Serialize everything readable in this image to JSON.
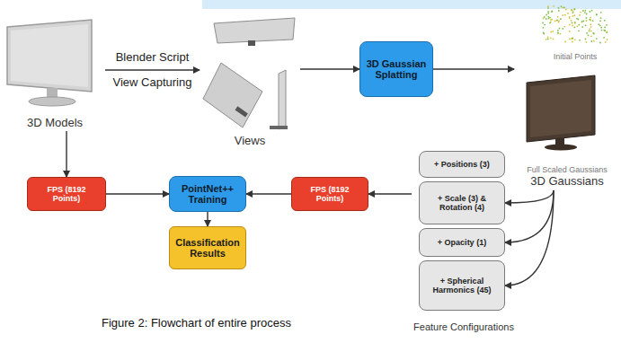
{
  "diagram": {
    "caption": "Figure 2: Flowchart of entire process",
    "nodes": [
      {
        "text": [
          "3D Models"
        ]
      },
      {
        "text": [
          "Views"
        ]
      },
      {
        "text": [
          "3D Gaussian Splatting"
        ]
      },
      {
        "text": [
          "Initial Points"
        ]
      },
      {
        "text": [
          "Full Scaled Gaussians",
          "3D Gaussians"
        ]
      },
      {
        "text": [
          "Feature Configurations"
        ]
      },
      {
        "text": [
          "+ Positions (3)"
        ],
        "in": 5
      },
      {
        "text": [
          "+ Scale (3) & Rotation (4)"
        ],
        "in": 5
      },
      {
        "text": [
          "+ Opacity (1)"
        ],
        "in": 5
      },
      {
        "text": [
          "+ Spherical Harmonics (45)"
        ],
        "in": 5
      },
      {
        "text": [
          "FPS (8192 Points)"
        ]
      },
      {
        "text": [
          "PointNet++ Training"
        ]
      },
      {
        "text": [
          "FPS (8192 Points)"
        ]
      },
      {
        "text": [
          "Classification Results"
        ]
      }
    ],
    "edges": [
      {
        "from": 0,
        "to": 1,
        "label": "Blender Script View Capturing",
        "arrow": "to"
      },
      {
        "from": 1,
        "to": 2,
        "arrow": "to"
      },
      {
        "from": 2,
        "to": 4,
        "arrow": "to"
      },
      {
        "from": 4,
        "to": 7,
        "arrow": "to"
      },
      {
        "from": 4,
        "to": 8,
        "arrow": "to"
      },
      {
        "from": 4,
        "to": 9,
        "arrow": "to"
      },
      {
        "from": 5,
        "to": 10,
        "arrow": "to"
      },
      {
        "from": 10,
        "to": 11,
        "arrow": "to"
      },
      {
        "from": 0,
        "to": 12,
        "arrow": "to"
      },
      {
        "from": 12,
        "to": 11,
        "arrow": "to"
      },
      {
        "from": 11,
        "to": 13,
        "arrow": "to"
      }
    ]
  }
}
